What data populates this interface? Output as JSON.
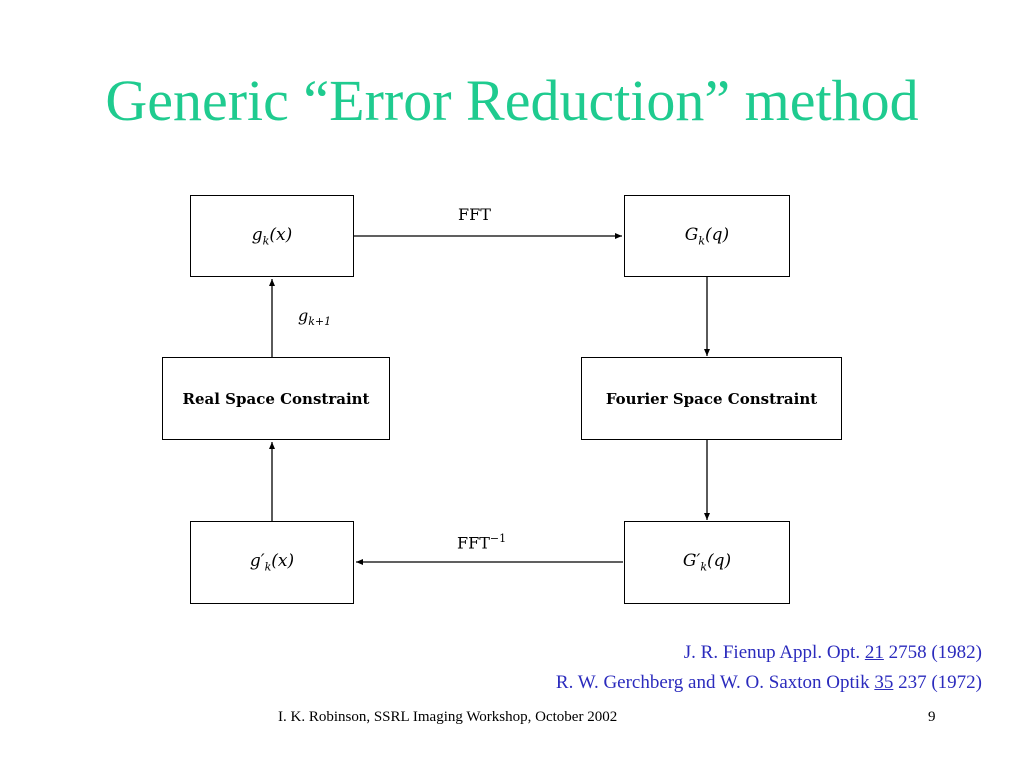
{
  "title": "Generic “Error Reduction” method",
  "diagram": {
    "boxes": {
      "gk_x": {
        "fn": "g",
        "sub": "k",
        "prime": "",
        "arg": "(x)"
      },
      "Gk_q": {
        "fn": "G",
        "sub": "k",
        "prime": "",
        "arg": "(q)"
      },
      "gpk_x": {
        "fn": "g",
        "sub": "k",
        "prime": "′",
        "arg": "(x)"
      },
      "Gpk_q": {
        "fn": "G",
        "sub": "k",
        "prime": "′",
        "arg": "(q)"
      },
      "real_space": "Real Space Constraint",
      "fourier_space": "Fourier Space Constraint"
    },
    "labels": {
      "fft": "FFT",
      "ifft": "FFT",
      "ifft_sup": "−1",
      "gk1_fn": "g",
      "gk1_sub": "k+1"
    }
  },
  "references": {
    "line1": {
      "pre": "J. R. Fienup  Appl. Opt. ",
      "vol": "21",
      "post": " 2758 (1982)"
    },
    "line2": {
      "pre": "R. W. Gerchberg and W. O. Saxton Optik ",
      "vol": "35",
      "post": " 237 (1972)"
    }
  },
  "footer": {
    "citation": "I. K. Robinson, SSRL Imaging Workshop, October 2002",
    "page_number": "9"
  }
}
